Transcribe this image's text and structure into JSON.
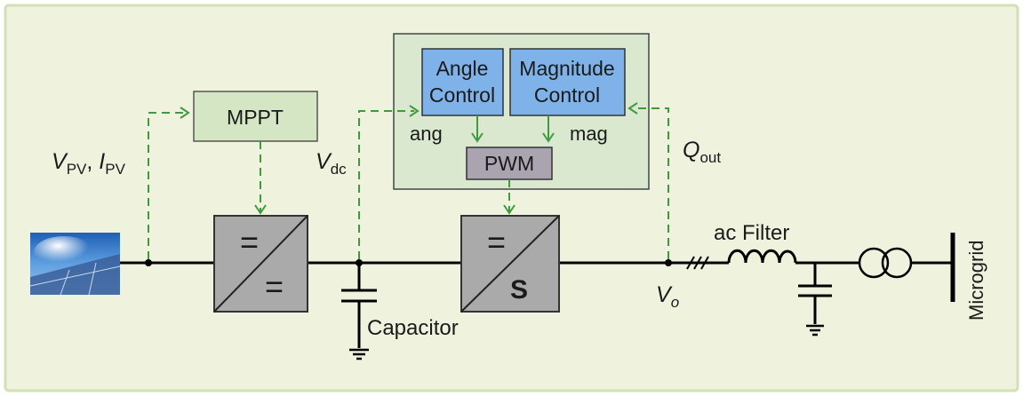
{
  "colors": {
    "background": "#eff3de",
    "border": "#d2e0b8",
    "green_box": "#d4e6c3",
    "blue_box": "#7fb2e8",
    "gray_box": "#a9a4b0",
    "controller_box": "#dae8cf",
    "signal_line": "#3f9a3f",
    "power_line": "#000000"
  },
  "icons": {
    "pv_panel": "solar-panel-icon",
    "dc_dc": "dc-dc-converter-icon",
    "inverter": "dc-ac-inverter-icon",
    "capacitor": "capacitor-icon",
    "filter_inductor": "inductor-icon",
    "filter_capacitor": "capacitor-icon",
    "transformer": "transformer-icon",
    "ground": "ground-icon"
  },
  "blocks": {
    "mppt": "MPPT",
    "angle_control": [
      "Angle",
      "Control"
    ],
    "magnitude_control": [
      "Magnitude",
      "Control"
    ],
    "pwm": "PWM"
  },
  "labels": {
    "vpv": "V",
    "vpv_sub": "PV",
    "ipv": "I",
    "ipv_sub": "PV",
    "vdc": "V",
    "vdc_sub": "dc",
    "ang": "ang",
    "mag": "mag",
    "qout": "Q",
    "qout_sub": "out",
    "vo": "V",
    "vo_sub": "o",
    "capacitor": "Capacitor",
    "ac_filter": "ac Filter",
    "microgrid": "Microgrid",
    "inverter_symbol_top": "=",
    "inverter_symbol_bottom": "S",
    "converter_symbol_top": "=",
    "converter_symbol_bottom": "="
  }
}
